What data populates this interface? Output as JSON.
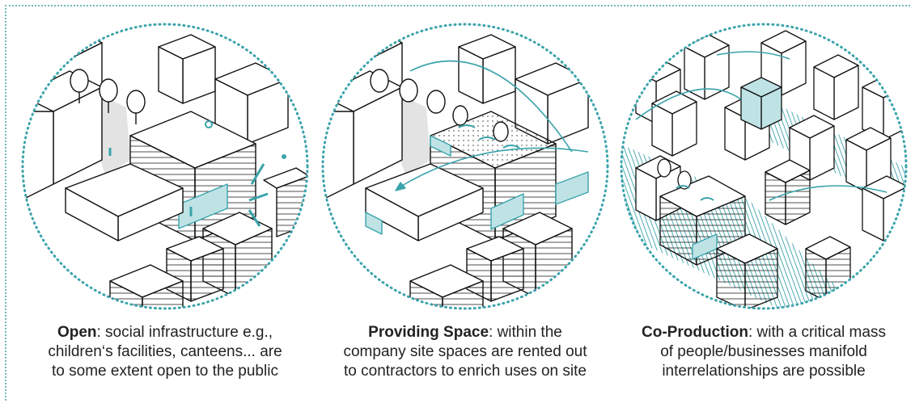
{
  "colors": {
    "accent": "#3aa3ab",
    "fill": "#bfe3e5",
    "line": "#111111",
    "frame": "#6fb8bd"
  },
  "panels": [
    {
      "title": "Open",
      "description_line1": ": social infrastructure e.g.,",
      "description_line2": "children‘s facilities, canteens... are",
      "description_line3": "to some extent open to the public"
    },
    {
      "title": "Providing Space",
      "description_line1": ": within the",
      "description_line2": "company site spaces are rented out",
      "description_line3": "to contractors to enrich uses on site"
    },
    {
      "title": "Co-Production",
      "description_line1": ": with a critical mass",
      "description_line2": "of people/businesses manifold",
      "description_line3": "interrelationships are possible"
    }
  ]
}
